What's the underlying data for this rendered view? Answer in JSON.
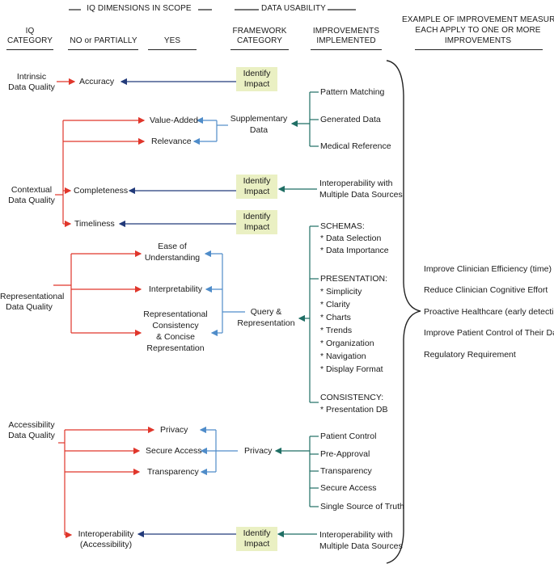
{
  "headers": {
    "iq_dimensions_in_scope": "IQ DIMENSIONS IN SCOPE",
    "data_usability": "DATA USABILITY",
    "iq_category": [
      "IQ",
      "CATEGORY"
    ],
    "no_or_partially": "NO or PARTIALLY",
    "yes": "YES",
    "framework_category": [
      "FRAMEWORK",
      "CATEGORY"
    ],
    "improvements_implemented": [
      "IMPROVEMENTS",
      "IMPLEMENTED"
    ],
    "example_measures": [
      "EXAMPLE OF IMPROVEMENT MEASURES",
      "EACH APPLY TO ONE OR MORE",
      "IMPROVEMENTS"
    ]
  },
  "categories": {
    "intrinsic": [
      "Intrinsic",
      "Data Quality"
    ],
    "contextual": [
      "Contextual",
      "Data Quality"
    ],
    "representational": [
      "Representational",
      "Data Quality"
    ],
    "accessibility": [
      "Accessibility",
      "Data Quality"
    ]
  },
  "dimensions_no": {
    "accuracy": "Accuracy",
    "completeness": "Completeness",
    "timeliness": "Timeliness",
    "interoperability": [
      "Interoperability",
      "(Accessibility)"
    ]
  },
  "dimensions_yes": {
    "value_added": "Value-Added",
    "relevance": "Relevance",
    "ease": [
      "Ease of",
      "Understanding"
    ],
    "interpretability": "Interpretability",
    "rep_consistency": [
      "Representational",
      "Consistency",
      "& Concise",
      "Representation"
    ],
    "privacy": "Privacy",
    "secure_access": "Secure Access",
    "transparency": "Transparency"
  },
  "framework": {
    "identify_impact": [
      "Identify",
      "Impact"
    ],
    "supplementary": [
      "Supplementary",
      "Data"
    ],
    "query": [
      "Query &",
      "Representation"
    ],
    "privacy": "Privacy"
  },
  "improvements": {
    "pattern": "Pattern Matching",
    "generated": "Generated Data",
    "medical": "Medical Reference",
    "interop": [
      "Interoperability with",
      "Multiple Data Sources"
    ],
    "schemas": [
      "SCHEMAS:",
      "* Data Selection",
      "* Data Importance"
    ],
    "presentation": [
      "PRESENTATION:",
      "* Simplicity",
      "* Clarity",
      "* Charts",
      "* Trends",
      "* Organization",
      "* Navigation",
      "* Display Format"
    ],
    "consistency": [
      "CONSISTENCY:",
      "* Presentation DB"
    ],
    "privacy_items": [
      "Patient Control",
      "Pre-Approval",
      "Transparency",
      "Secure Access",
      "Single Source of Truth"
    ],
    "interop2": [
      "Interoperability with",
      "Multiple Data Sources"
    ]
  },
  "measures": [
    "Improve Clinician Efficiency (time)",
    "Reduce Clinician Cognitive Effort",
    "Proactive Healthcare (early detection)",
    "Improve Patient Control of Their Data",
    "Regulatory Requirement"
  ],
  "colors": {
    "red": "#e0362b",
    "blue": "#4f8cc9",
    "navy": "#223a7a",
    "teal": "#1f6e64",
    "box": "#eaf0c3"
  }
}
